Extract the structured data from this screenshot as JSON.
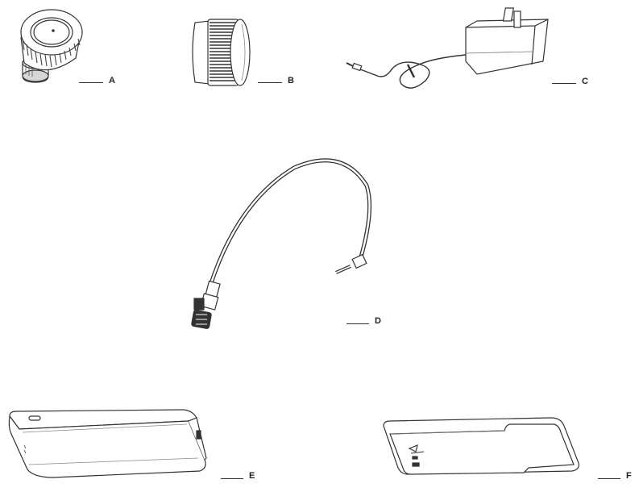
{
  "parts": [
    {
      "id": "part-a",
      "label": "A",
      "icon": "knurled-cap-icon"
    },
    {
      "id": "part-b",
      "label": "B",
      "icon": "knurled-ring-cap-icon"
    },
    {
      "id": "part-c",
      "label": "C",
      "icon": "power-adapter-icon"
    },
    {
      "id": "part-d",
      "label": "D",
      "icon": "hose-connector-icon"
    },
    {
      "id": "part-e",
      "label": "E",
      "icon": "battery-pack-icon"
    },
    {
      "id": "part-f",
      "label": "F",
      "icon": "battery-pack-back-icon"
    }
  ],
  "colors": {
    "line": "#333333",
    "fill": "#ffffff",
    "shade": "#d6d6d6",
    "dark": "#333333"
  }
}
